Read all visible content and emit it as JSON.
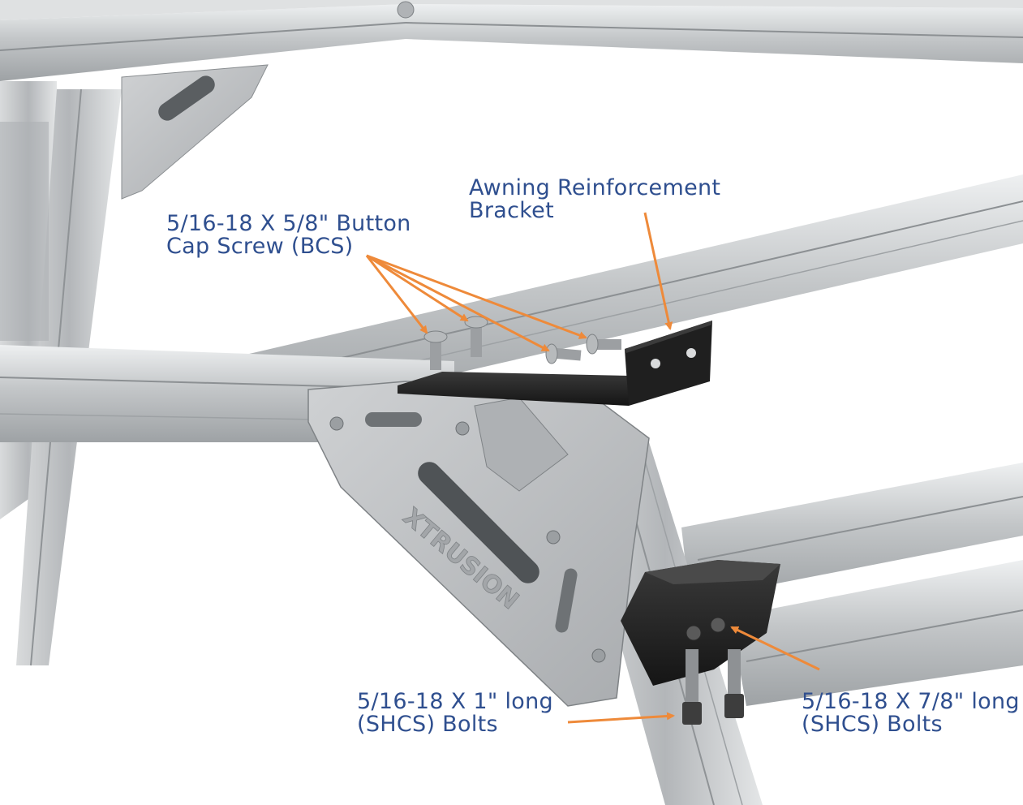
{
  "labels": {
    "button_cap_screw": {
      "line1": "5/16-18 X 5/8\" Button",
      "line2": "Cap Screw (BCS)"
    },
    "awning_bracket": {
      "line1": "Awning Reinforcement",
      "line2": "Bracket"
    },
    "shcs_1in": {
      "line1": "5/16-18 X 1\" long",
      "line2": "(SHCS) Bolts"
    },
    "shcs_7_8in": {
      "line1": "5/16-18 X 7/8\" long",
      "line2": "(SHCS) Bolts"
    }
  },
  "logo_text": "XTRUSION",
  "colors": {
    "label_text": "#2f4f8f",
    "leader_arrow": "#ee8a3a",
    "aluminum": "#c9cbcc",
    "bracket_black": "#1f1f1f"
  }
}
